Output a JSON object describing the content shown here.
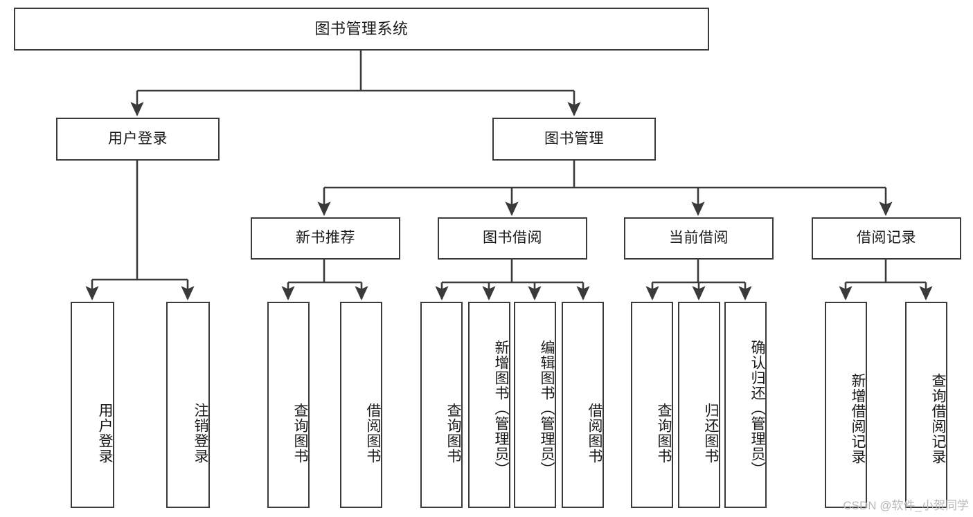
{
  "diagram": {
    "title": "图书管理系统",
    "type": "tree",
    "watermark": "CSDN @软件_小贺同学",
    "colors": {
      "box_border": "#3a3a3a",
      "box_fill": "#ffffff",
      "connector": "#3a3a3a",
      "text": "#1a1a1a",
      "watermark": "#b9b9b9",
      "background": "#ffffff"
    },
    "nodes": {
      "root": {
        "label": "图书管理系统"
      },
      "level1": [
        {
          "id": "user-login",
          "label": "用户登录"
        },
        {
          "id": "book-manage",
          "label": "图书管理"
        }
      ],
      "level2": [
        {
          "id": "new-book-recommend",
          "label": "新书推荐"
        },
        {
          "id": "book-borrow",
          "label": "图书借阅"
        },
        {
          "id": "current-borrow",
          "label": "当前借阅"
        },
        {
          "id": "borrow-record",
          "label": "借阅记录"
        }
      ],
      "leaves": {
        "user-login": [
          {
            "id": "leaf-user-login",
            "label": "用户登录"
          },
          {
            "id": "leaf-logout",
            "label": "注销登录"
          }
        ],
        "new-book-recommend": [
          {
            "id": "leaf-query-book-1",
            "label": "查询图书"
          },
          {
            "id": "leaf-borrow-book-1",
            "label": "借阅图书"
          }
        ],
        "book-borrow": [
          {
            "id": "leaf-query-book-2",
            "label": "查询图书"
          },
          {
            "id": "leaf-add-book",
            "label": "新增图书（管理员）"
          },
          {
            "id": "leaf-edit-book",
            "label": "编辑图书（管理员）"
          },
          {
            "id": "leaf-borrow-book-2",
            "label": "借阅图书"
          }
        ],
        "current-borrow": [
          {
            "id": "leaf-query-book-3",
            "label": "查询图书"
          },
          {
            "id": "leaf-return-book",
            "label": "归还图书"
          },
          {
            "id": "leaf-confirm-return",
            "label": "确认归还（管理员）"
          }
        ],
        "borrow-record": [
          {
            "id": "leaf-add-record",
            "label": "新增借阅记录"
          },
          {
            "id": "leaf-query-record",
            "label": "查询借阅记录"
          }
        ]
      }
    }
  }
}
